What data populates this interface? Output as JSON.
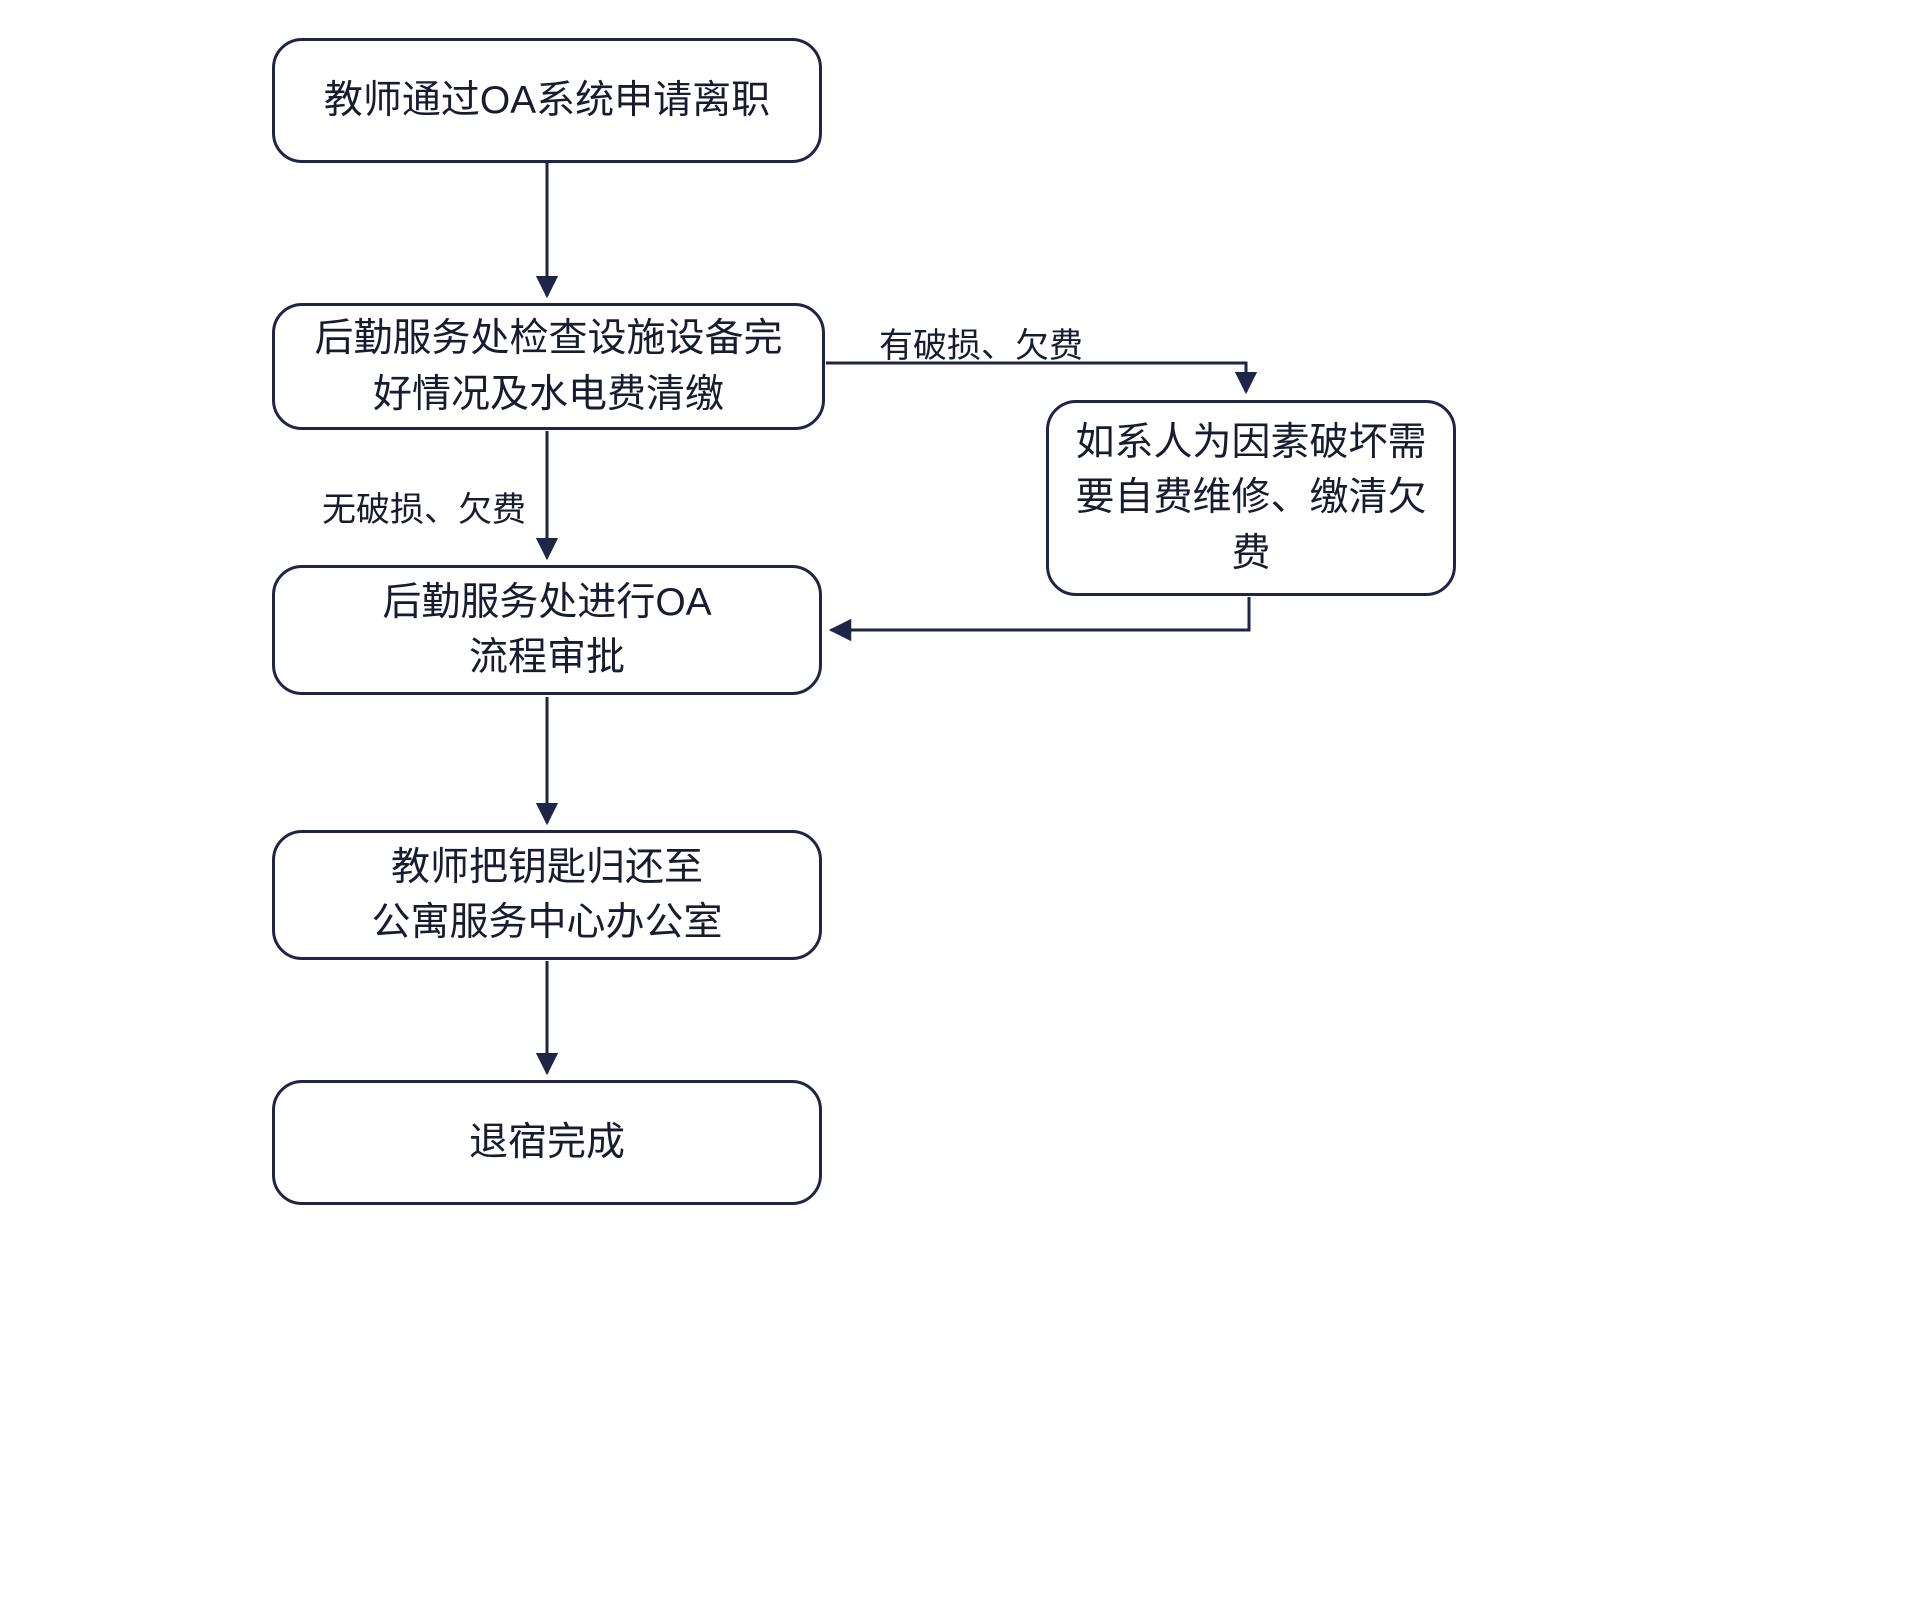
{
  "diagram": {
    "type": "flowchart",
    "nodes": {
      "apply": "教师通过OA系统申请离职",
      "check": "后勤服务处检查设施设备完\n好情况及水电费清缴",
      "repair": "如系人为因素破坏需\n要自费维修、缴清欠\n费",
      "approve": "后勤服务处进行OA\n流程审批",
      "return_keys": "教师把钥匙归还至\n公寓服务中心办公室",
      "complete": "退宿完成"
    },
    "edge_labels": {
      "damaged": "有破损、欠费",
      "ok": "无破损、欠费"
    }
  },
  "colors": {
    "stroke": "#1e2547",
    "text": "#171c30",
    "background": "#ffffff"
  }
}
